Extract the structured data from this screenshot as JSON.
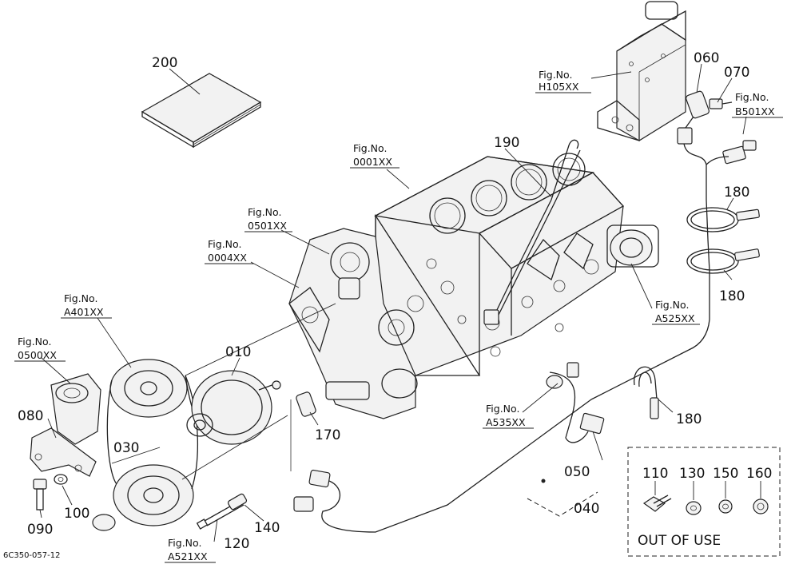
{
  "figure_code": "6C350-057-12",
  "parts": {
    "p200": "200",
    "p190": "190",
    "p180a": "180",
    "p180b": "180",
    "p180c": "180",
    "p060": "060",
    "p070": "070",
    "p010": "010",
    "p170": "170",
    "p080": "080",
    "p030": "030",
    "p100": "100",
    "p090": "090",
    "p120": "120",
    "p140": "140",
    "p050": "050",
    "p040": "040",
    "p110": "110",
    "p130": "130",
    "p150": "150",
    "p160": "160"
  },
  "fig_refs": {
    "h105": {
      "prefix": "Fig.No.",
      "code": "H105XX"
    },
    "b501": {
      "prefix": "Fig.No.",
      "code": "B501XX"
    },
    "f0001": {
      "prefix": "Fig.No.",
      "code": "0001XX"
    },
    "f0501": {
      "prefix": "Fig.No.",
      "code": "0501XX"
    },
    "f0004": {
      "prefix": "Fig.No.",
      "code": "0004XX"
    },
    "a401": {
      "prefix": "Fig.No.",
      "code": "A401XX"
    },
    "f0500": {
      "prefix": "Fig.No.",
      "code": "0500XX"
    },
    "a525": {
      "prefix": "Fig.No.",
      "code": "A525XX"
    },
    "a535": {
      "prefix": "Fig.No.",
      "code": "A535XX"
    },
    "a521": {
      "prefix": "Fig.No.",
      "code": "A521XX"
    }
  },
  "out_of_use_label": "OUT OF USE"
}
